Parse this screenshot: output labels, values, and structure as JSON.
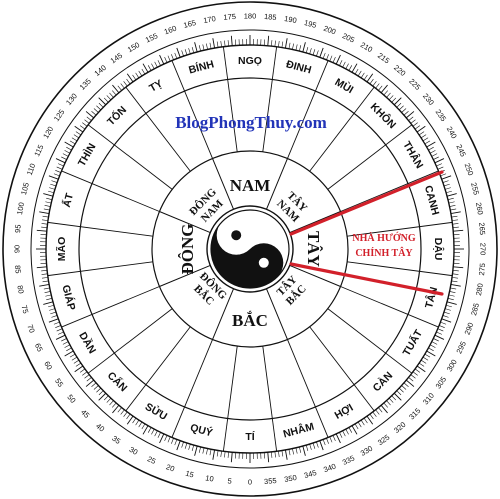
{
  "watermark": "BlogPhongThuy.com",
  "annotation": {
    "line1": "NHÀ HƯỚNG",
    "line2": "CHÍNH TÂY"
  },
  "degree_labels": [
    "0",
    "5",
    "10",
    "15",
    "20",
    "25",
    "30",
    "35",
    "40",
    "45",
    "50",
    "55",
    "60",
    "65",
    "70",
    "75",
    "80",
    "85",
    "90",
    "95",
    "100",
    "105",
    "110",
    "115",
    "120",
    "125",
    "130",
    "135",
    "140",
    "145",
    "150",
    "155",
    "160",
    "165",
    "170",
    "175",
    "180",
    "185",
    "190",
    "195",
    "200",
    "205",
    "210",
    "215",
    "220",
    "225",
    "230",
    "235",
    "240",
    "245",
    "250",
    "255",
    "260",
    "265",
    "270",
    "275",
    "280",
    "285",
    "290",
    "295",
    "300",
    "305",
    "310",
    "315",
    "320",
    "325",
    "330",
    "335",
    "340",
    "345",
    "350",
    "355"
  ],
  "mountains": [
    {
      "name": "TÍ",
      "deg": 0
    },
    {
      "name": "QUÝ",
      "deg": 15
    },
    {
      "name": "SỬU",
      "deg": 30
    },
    {
      "name": "CẤN",
      "deg": 45
    },
    {
      "name": "DẦN",
      "deg": 60
    },
    {
      "name": "GIÁP",
      "deg": 75
    },
    {
      "name": "MÃO",
      "deg": 90
    },
    {
      "name": "ẤT",
      "deg": 105
    },
    {
      "name": "THÌN",
      "deg": 120
    },
    {
      "name": "TỐN",
      "deg": 135
    },
    {
      "name": "TỴ",
      "deg": 150
    },
    {
      "name": "BÍNH",
      "deg": 165
    },
    {
      "name": "NGỌ",
      "deg": 180
    },
    {
      "name": "ĐINH",
      "deg": 195
    },
    {
      "name": "MÙI",
      "deg": 210
    },
    {
      "name": "KHÔN",
      "deg": 225
    },
    {
      "name": "THÂN",
      "deg": 240
    },
    {
      "name": "CANH",
      "deg": 255
    },
    {
      "name": "DẬU",
      "deg": 270
    },
    {
      "name": "TÂN",
      "deg": 285
    },
    {
      "name": "TUẤT",
      "deg": 300
    },
    {
      "name": "CÀN",
      "deg": 315
    },
    {
      "name": "HỢI",
      "deg": 330
    },
    {
      "name": "NHÂM",
      "deg": 345
    }
  ],
  "directions": {
    "south": "NAM",
    "north": "BẮC",
    "east": "ĐÔNG",
    "west": "TÂY",
    "southeast": [
      "ĐÔNG",
      "NAM"
    ],
    "southwest": [
      "TÂY",
      "NAM"
    ],
    "northeast": [
      "ĐÔNG",
      "BẮC"
    ],
    "northwest": [
      "TÂY",
      "BẮC"
    ]
  },
  "colors": {
    "ink": "#111111",
    "watermark": "#2234b8",
    "annotation": "#d2202a"
  }
}
